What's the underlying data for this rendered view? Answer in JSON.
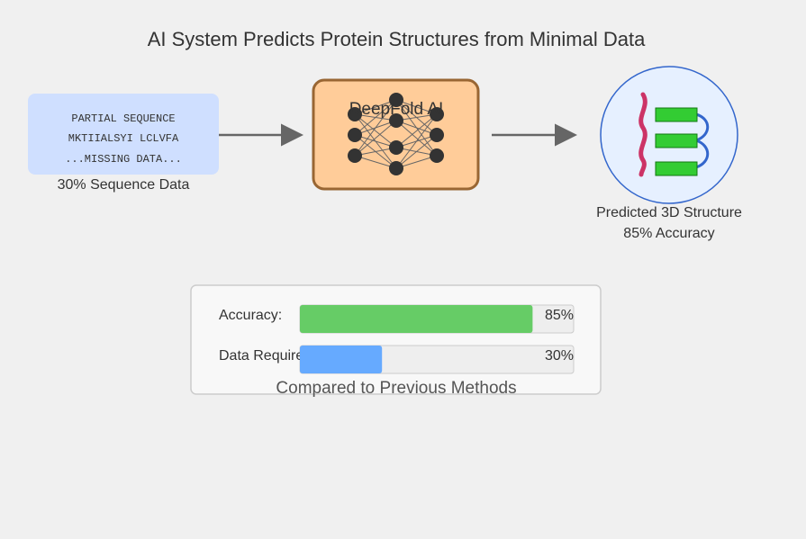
{
  "title": "AI System Predicts Protein Structures from Minimal Data",
  "input": {
    "lines": [
      "PARTIAL SEQUENCE",
      "MKTIIALSYI LCLVFA",
      "...MISSING DATA..."
    ],
    "caption": "30% Sequence Data"
  },
  "model": {
    "name": "DeepFold AI"
  },
  "output": {
    "caption_line1": "Predicted 3D Structure",
    "caption_line2": "85% Accuracy"
  },
  "comparison": {
    "caption": "Compared to Previous Methods",
    "bars": [
      {
        "label": "Accuracy:",
        "value": 85,
        "value_label": "85%",
        "color": "#66cc66"
      },
      {
        "label": "Data Required:",
        "value": 30,
        "value_label": "30%",
        "color": "#66aaff"
      }
    ]
  },
  "colors": {
    "input_bg": "#cfdfff",
    "model_fill": "#ffcc99",
    "model_stroke": "#996633",
    "output_fill": "#e6f0ff",
    "output_stroke": "#3366cc",
    "helix": "#cc3366",
    "sheet": "#33cc33",
    "loop": "#3366cc",
    "arrow": "#666666",
    "node": "#333333"
  }
}
